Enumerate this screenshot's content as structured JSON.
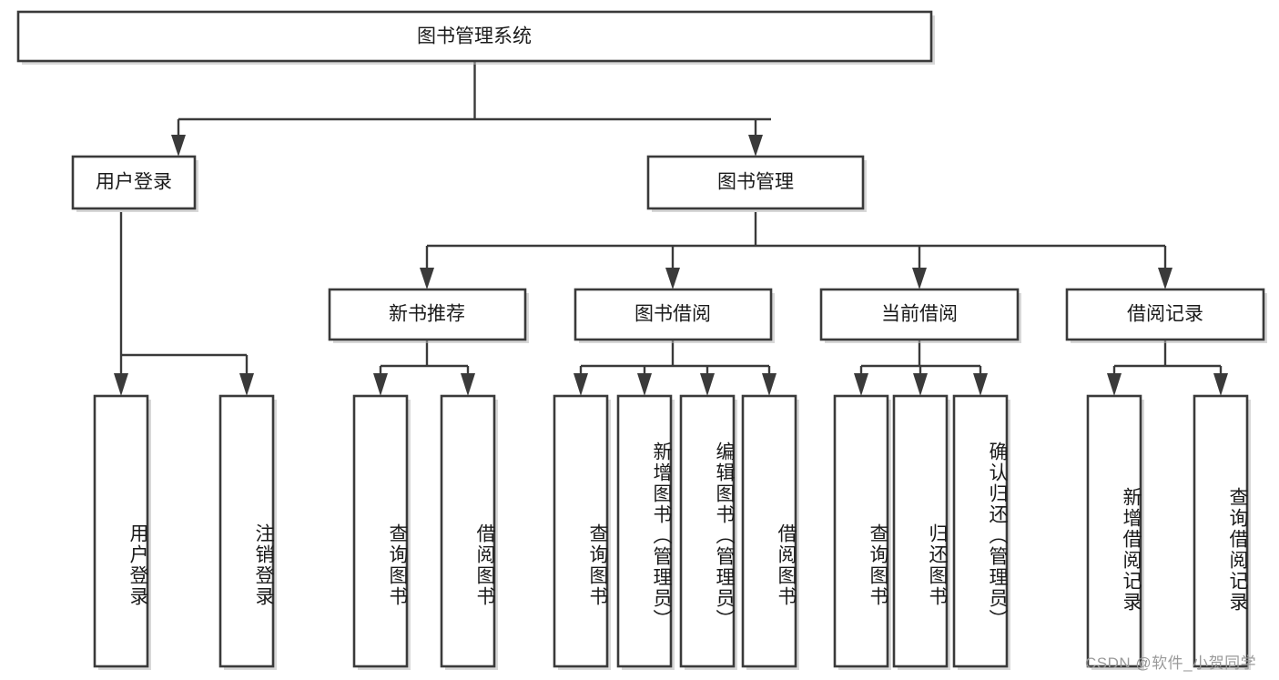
{
  "diagram": {
    "title": "图书管理系统",
    "type": "hierarchy-tree",
    "root": {
      "id": "root",
      "label": "图书管理系统",
      "orientation": "horizontal"
    },
    "level1": [
      {
        "id": "user-login",
        "label": "用户登录",
        "orientation": "horizontal"
      },
      {
        "id": "book-manage",
        "label": "图书管理",
        "orientation": "horizontal"
      }
    ],
    "level2": [
      {
        "id": "new-book-rec",
        "label": "新书推荐",
        "orientation": "horizontal",
        "parent": "book-manage"
      },
      {
        "id": "book-borrow",
        "label": "图书借阅",
        "orientation": "horizontal",
        "parent": "book-manage"
      },
      {
        "id": "current-borrow",
        "label": "当前借阅",
        "orientation": "horizontal",
        "parent": "book-manage"
      },
      {
        "id": "borrow-record",
        "label": "借阅记录",
        "orientation": "horizontal",
        "parent": "book-manage"
      }
    ],
    "leaves": [
      {
        "id": "leaf-user-login",
        "label": "用户登录",
        "parent": "user-login"
      },
      {
        "id": "leaf-logout",
        "label": "注销登录",
        "parent": "user-login"
      },
      {
        "id": "leaf-query-book-1",
        "label": "查询图书",
        "parent": "new-book-rec"
      },
      {
        "id": "leaf-borrow-book-1",
        "label": "借阅图书",
        "parent": "new-book-rec"
      },
      {
        "id": "leaf-query-book-2",
        "label": "查询图书",
        "parent": "book-borrow"
      },
      {
        "id": "leaf-add-book",
        "label": "新增图书（管理员）",
        "parent": "book-borrow"
      },
      {
        "id": "leaf-edit-book",
        "label": "编辑图书（管理员）",
        "parent": "book-borrow"
      },
      {
        "id": "leaf-borrow-book-2",
        "label": "借阅图书",
        "parent": "book-borrow"
      },
      {
        "id": "leaf-query-book-3",
        "label": "查询图书",
        "parent": "current-borrow"
      },
      {
        "id": "leaf-return-book",
        "label": "归还图书",
        "parent": "current-borrow"
      },
      {
        "id": "leaf-confirm-return",
        "label": "确认归还（管理员）",
        "parent": "current-borrow"
      },
      {
        "id": "leaf-add-record",
        "label": "新增借阅记录",
        "parent": "borrow-record"
      },
      {
        "id": "leaf-query-record",
        "label": "查询借阅记录",
        "parent": "borrow-record"
      }
    ],
    "watermark": "CSDN @软件_小贺同学",
    "colors": {
      "stroke": "#3a3a3a",
      "fill": "#ffffff",
      "text": "#1a1a1a",
      "watermark": "#9a9a9a",
      "background": "#ffffff"
    }
  }
}
